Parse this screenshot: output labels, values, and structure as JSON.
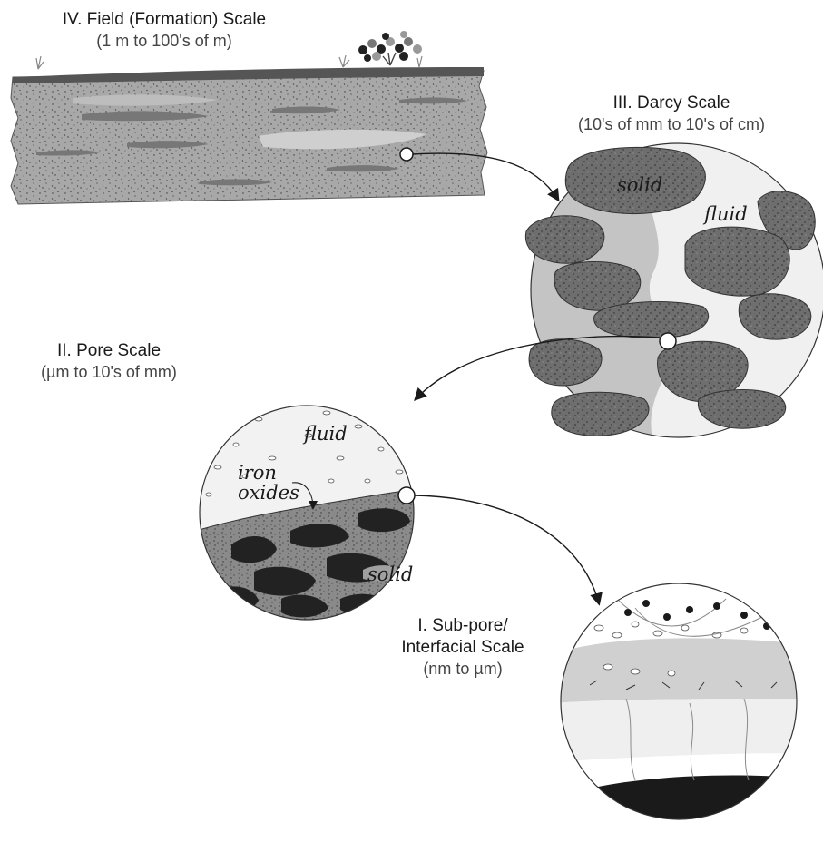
{
  "scales": {
    "field": {
      "title": "IV. Field (Formation) Scale",
      "range": "(1 m to 100's of m)"
    },
    "darcy": {
      "title": "III.  Darcy Scale",
      "range": "(10's of mm to 10's of cm)"
    },
    "pore": {
      "title": "II. Pore Scale",
      "range": "(µm to 10's of mm)"
    },
    "subpore": {
      "title_line1": "I. Sub-pore/",
      "title_line2": "Interfacial Scale",
      "range": "(nm to µm)"
    }
  },
  "labels": {
    "darcy_solid": "solid",
    "darcy_fluid": "fluid",
    "pore_fluid": "fluid",
    "pore_iron_1": "iron",
    "pore_iron_2": "oxides",
    "pore_solid": "solid"
  },
  "colors": {
    "rock": "#a8a8a8",
    "grain": "#6e6e6e",
    "dark": "#222222",
    "light": "#f0f0f0",
    "mid": "#c4c4c4"
  }
}
